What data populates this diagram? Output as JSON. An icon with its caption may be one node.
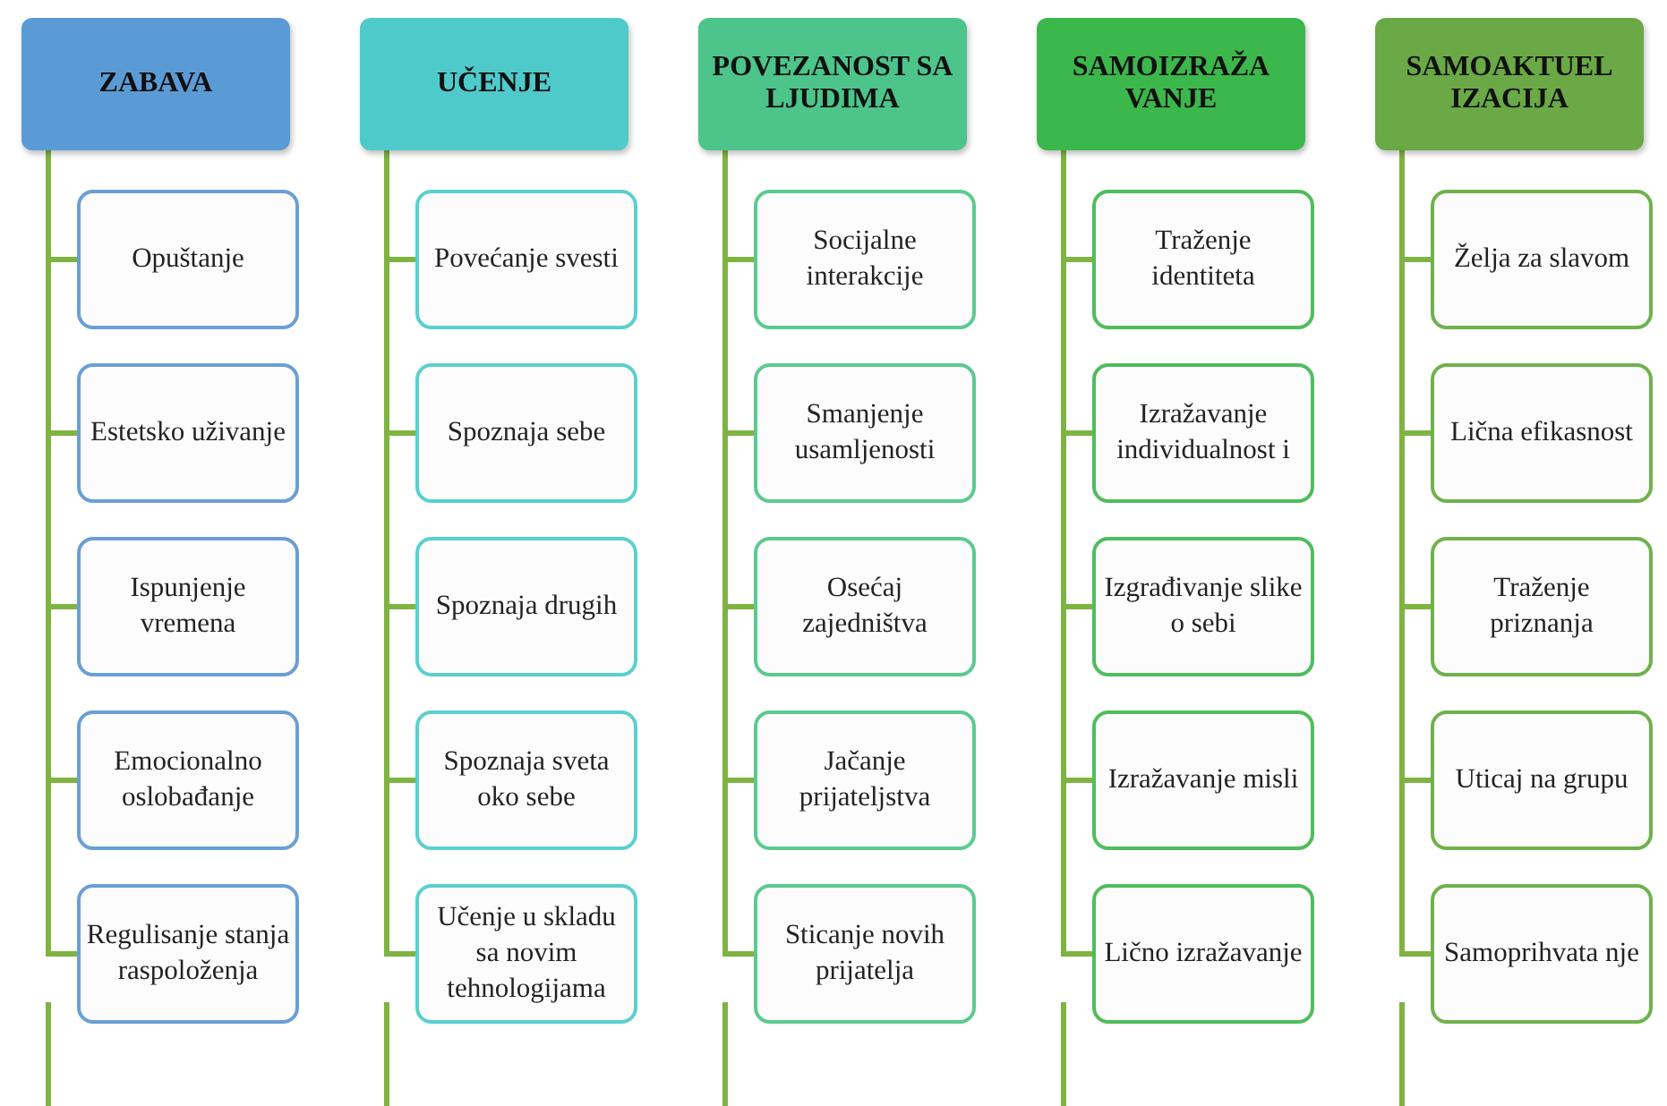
{
  "diagram": {
    "nodes": [
      {
        "text": [
          "ZABAVA"
        ]
      },
      {
        "text": [
          "Opuštanje"
        ]
      },
      {
        "text": [
          "Estetsko uživanje"
        ]
      },
      {
        "text": [
          "Ispunjenje vremena"
        ]
      },
      {
        "text": [
          "Emocionalno oslobađanje"
        ]
      },
      {
        "text": [
          "Regulisanje stanja raspoloženja"
        ]
      },
      {
        "text": [
          "UČENJE"
        ]
      },
      {
        "text": [
          "Povećanje svesti"
        ]
      },
      {
        "text": [
          "Spoznaja sebe"
        ]
      },
      {
        "text": [
          "Spoznaja drugih"
        ]
      },
      {
        "text": [
          "Spoznaja sveta oko sebe"
        ]
      },
      {
        "text": [
          "Učenje u skladu sa novim tehnologijama"
        ]
      },
      {
        "text": [
          "POVEZANOST SA LJUDIMA"
        ]
      },
      {
        "text": [
          "Socijalne interakcije"
        ]
      },
      {
        "text": [
          "Smanjenje usamljenosti"
        ]
      },
      {
        "text": [
          "Osećaj zajedništva"
        ]
      },
      {
        "text": [
          "Jačanje prijateljstva"
        ]
      },
      {
        "text": [
          "Sticanje novih prijatelja"
        ]
      },
      {
        "text": [
          "SAMOIZRAŽA VANJE"
        ]
      },
      {
        "text": [
          "Traženje identiteta"
        ]
      },
      {
        "text": [
          "Izražavanje individualnost i"
        ]
      },
      {
        "text": [
          "Izgrađivanje slike o sebi"
        ]
      },
      {
        "text": [
          "Izražavanje misli"
        ]
      },
      {
        "text": [
          "Lično izražavanje"
        ]
      },
      {
        "text": [
          "SAMOAKTUEL IZACIJA"
        ]
      },
      {
        "text": [
          "Želja za slavom"
        ]
      },
      {
        "text": [
          "Lična efikasnost"
        ]
      },
      {
        "text": [
          "Traženje priznanja"
        ]
      },
      {
        "text": [
          "Uticaj na grupu"
        ]
      },
      {
        "text": [
          "Samoprihvata nje"
        ]
      }
    ],
    "edges": [
      {
        "from": 0,
        "to": 1,
        "arrow": "none"
      },
      {
        "from": 0,
        "to": 2,
        "arrow": "none"
      },
      {
        "from": 0,
        "to": 3,
        "arrow": "none"
      },
      {
        "from": 0,
        "to": 4,
        "arrow": "none"
      },
      {
        "from": 0,
        "to": 5,
        "arrow": "none"
      },
      {
        "from": 6,
        "to": 7,
        "arrow": "none"
      },
      {
        "from": 6,
        "to": 8,
        "arrow": "none"
      },
      {
        "from": 6,
        "to": 9,
        "arrow": "none"
      },
      {
        "from": 6,
        "to": 10,
        "arrow": "none"
      },
      {
        "from": 6,
        "to": 11,
        "arrow": "none"
      },
      {
        "from": 12,
        "to": 13,
        "arrow": "none"
      },
      {
        "from": 12,
        "to": 14,
        "arrow": "none"
      },
      {
        "from": 12,
        "to": 15,
        "arrow": "none"
      },
      {
        "from": 12,
        "to": 16,
        "arrow": "none"
      },
      {
        "from": 12,
        "to": 17,
        "arrow": "none"
      },
      {
        "from": 18,
        "to": 19,
        "arrow": "none"
      },
      {
        "from": 18,
        "to": 20,
        "arrow": "none"
      },
      {
        "from": 18,
        "to": 21,
        "arrow": "none"
      },
      {
        "from": 18,
        "to": 22,
        "arrow": "none"
      },
      {
        "from": 18,
        "to": 23,
        "arrow": "none"
      },
      {
        "from": 24,
        "to": 25,
        "arrow": "none"
      },
      {
        "from": 24,
        "to": 26,
        "arrow": "none"
      },
      {
        "from": 24,
        "to": 27,
        "arrow": "none"
      },
      {
        "from": 24,
        "to": 28,
        "arrow": "none"
      },
      {
        "from": 24,
        "to": 29,
        "arrow": "none"
      }
    ]
  }
}
